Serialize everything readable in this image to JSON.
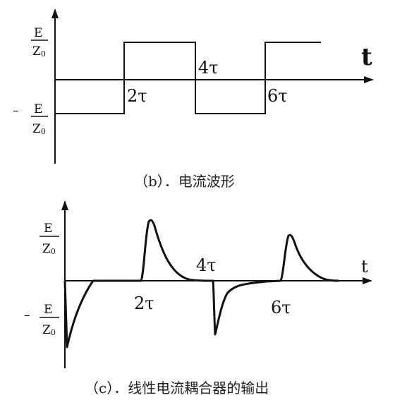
{
  "panel_b": {
    "axis_var": "t",
    "pos_level": {
      "num": "E",
      "den": "Z",
      "sub": "0"
    },
    "neg_level": {
      "sign": "–",
      "num": "E",
      "den": "Z",
      "sub": "0"
    },
    "ticks": [
      "2τ",
      "4τ",
      "6τ"
    ],
    "caption": "（b）．电流波形"
  },
  "panel_c": {
    "axis_var": "t",
    "pos_level": {
      "num": "E",
      "den": "Z",
      "sub": "0"
    },
    "neg_level": {
      "sign": "–",
      "num": "E",
      "den": "Z",
      "sub": "0"
    },
    "ticks": [
      "2τ",
      "4τ",
      "6τ"
    ],
    "caption": "（c）．线性电流耦合器的输出"
  }
}
